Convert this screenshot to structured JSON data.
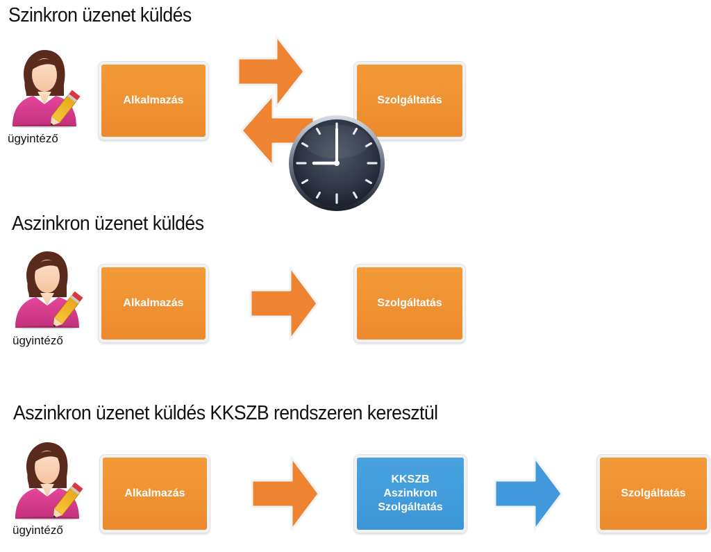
{
  "sections": [
    {
      "title": "Szinkron üzenet küldés",
      "user_label": "ügyintéző",
      "app_label": "Alkalmazás",
      "service_label": "Szolgáltatás"
    },
    {
      "title": "Aszinkron üzenet küldés",
      "user_label": "ügyintéző",
      "app_label": "Alkalmazás",
      "service_label": "Szolgáltatás"
    },
    {
      "title": "Aszinkron üzenet küldés KKSZB rendszeren keresztül",
      "user_label": "ügyintéző",
      "app_label": "Alkalmazás",
      "kkszb_label": "KKSZB\nAszinkron\nSzolgáltatás",
      "service_label": "Szolgáltatás"
    }
  ],
  "colors": {
    "orange": "#ef8c30",
    "arrow_orange": "#ee8432",
    "blue": "#4199db",
    "clock_face": "#353c4e"
  },
  "icons": {
    "user": "user-with-pencil-icon",
    "clock": "clock-icon",
    "arrow": "arrow-right-icon"
  }
}
